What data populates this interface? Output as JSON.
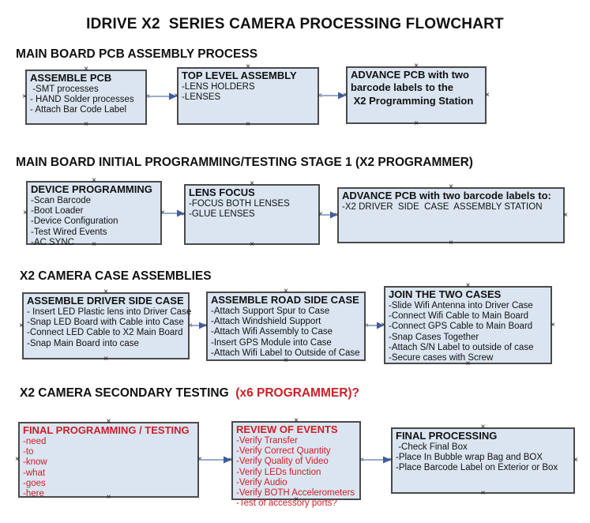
{
  "title": "IDRIVE X2  SERIES CAMERA PROCESSING FLOWCHART",
  "icons": {
    "connection_anchor": "×"
  },
  "colors": {
    "box_fill": "#dbe5f1",
    "box_border": "#4a4a4a",
    "arrow_line": "#8aa0c6",
    "arrow_head": "#3f5c9e",
    "red_text": "#cc2027",
    "text": "#111111"
  },
  "sections": [
    {
      "header": {
        "text": "MAIN BOARD PCB ASSEMBLY PROCESS",
        "red": ""
      },
      "boxes": [
        {
          "title": "ASSEMBLE PCB",
          "items": [
            " -SMT processes",
            "- HAND Solder processes",
            "- Attach Bar Code Label"
          ]
        },
        {
          "title": "TOP LEVEL ASSEMBLY",
          "items": [
            "-LENS HOLDERS",
            "-LENSES"
          ]
        },
        {
          "title": "ADVANCE PCB with two\nbarcode labels to the\n X2 Programming Station",
          "items": []
        }
      ]
    },
    {
      "header": {
        "text": "MAIN BOARD INITIAL PROGRAMMING/TESTING STAGE 1 (X2 PROGRAMMER)",
        "red": ""
      },
      "boxes": [
        {
          "title": "DEVICE PROGRAMMING",
          "items": [
            "-Scan Barcode",
            "-Boot Loader",
            "-Device Configuration",
            "-Test Wired Events",
            "-AC SYNC"
          ]
        },
        {
          "title": "LENS FOCUS",
          "items": [
            "-FOCUS BOTH LENSES",
            "-GLUE LENSES"
          ]
        },
        {
          "title": "ADVANCE PCB with two barcode labels to:",
          "items": [
            "-X2 DRIVER  SIDE  CASE  ASSEMBLY STATION"
          ]
        }
      ]
    },
    {
      "header": {
        "text": "X2 CAMERA CASE ASSEMBLIES",
        "red": ""
      },
      "boxes": [
        {
          "title": "ASSEMBLE DRIVER SIDE CASE",
          "items": [
            "- Insert LED Plastic lens into Driver Case",
            "-Snap LED Board with Cable into Case",
            "-Connect LED Cable to X2 Main Board",
            "-Snap Main Board into case"
          ]
        },
        {
          "title": "ASSEMBLE ROAD SIDE CASE",
          "items": [
            "-Attach Support Spur to Case",
            "-Attach Windshield Support",
            "-Attach Wifi Assembly to Case",
            "-Insert GPS Module into Case",
            "-Attach Wifi Label to Outside of Case"
          ]
        },
        {
          "title": "JOIN THE TWO CASES",
          "items": [
            "-Slide Wifi Antenna into Driver Case",
            "-Connect Wifi Cable to Main Board",
            "-Connect GPS Cable to Main Board",
            "-Snap Cases Together",
            "-Attach S/N Label to outside of case",
            "-Secure cases with Screw"
          ]
        }
      ]
    },
    {
      "header": {
        "text": "X2 CAMERA SECONDARY TESTING  ",
        "red": "(x6 PROGRAMMER)?"
      },
      "boxes": [
        {
          "title": "FINAL PROGRAMMING / TESTING",
          "items": [
            "-need",
            "-to",
            "-know",
            "-what",
            "-goes",
            "-here"
          ]
        },
        {
          "title": "REVIEW OF EVENTS",
          "items": [
            "-Verify Transfer",
            "-Verify Correct Quantity",
            "-Verify Quality of Video",
            "-Verify LEDs function",
            "-Verify Audio",
            "-Verify BOTH Accelerometers",
            "-Test of accessory ports?"
          ]
        },
        {
          "title": "FINAL PROCESSING",
          "items": [
            " -Check Final Box",
            "-Place In Bubble wrap Bag and BOX",
            "-Place Barcode Label on Exterior or Box"
          ]
        }
      ]
    }
  ]
}
